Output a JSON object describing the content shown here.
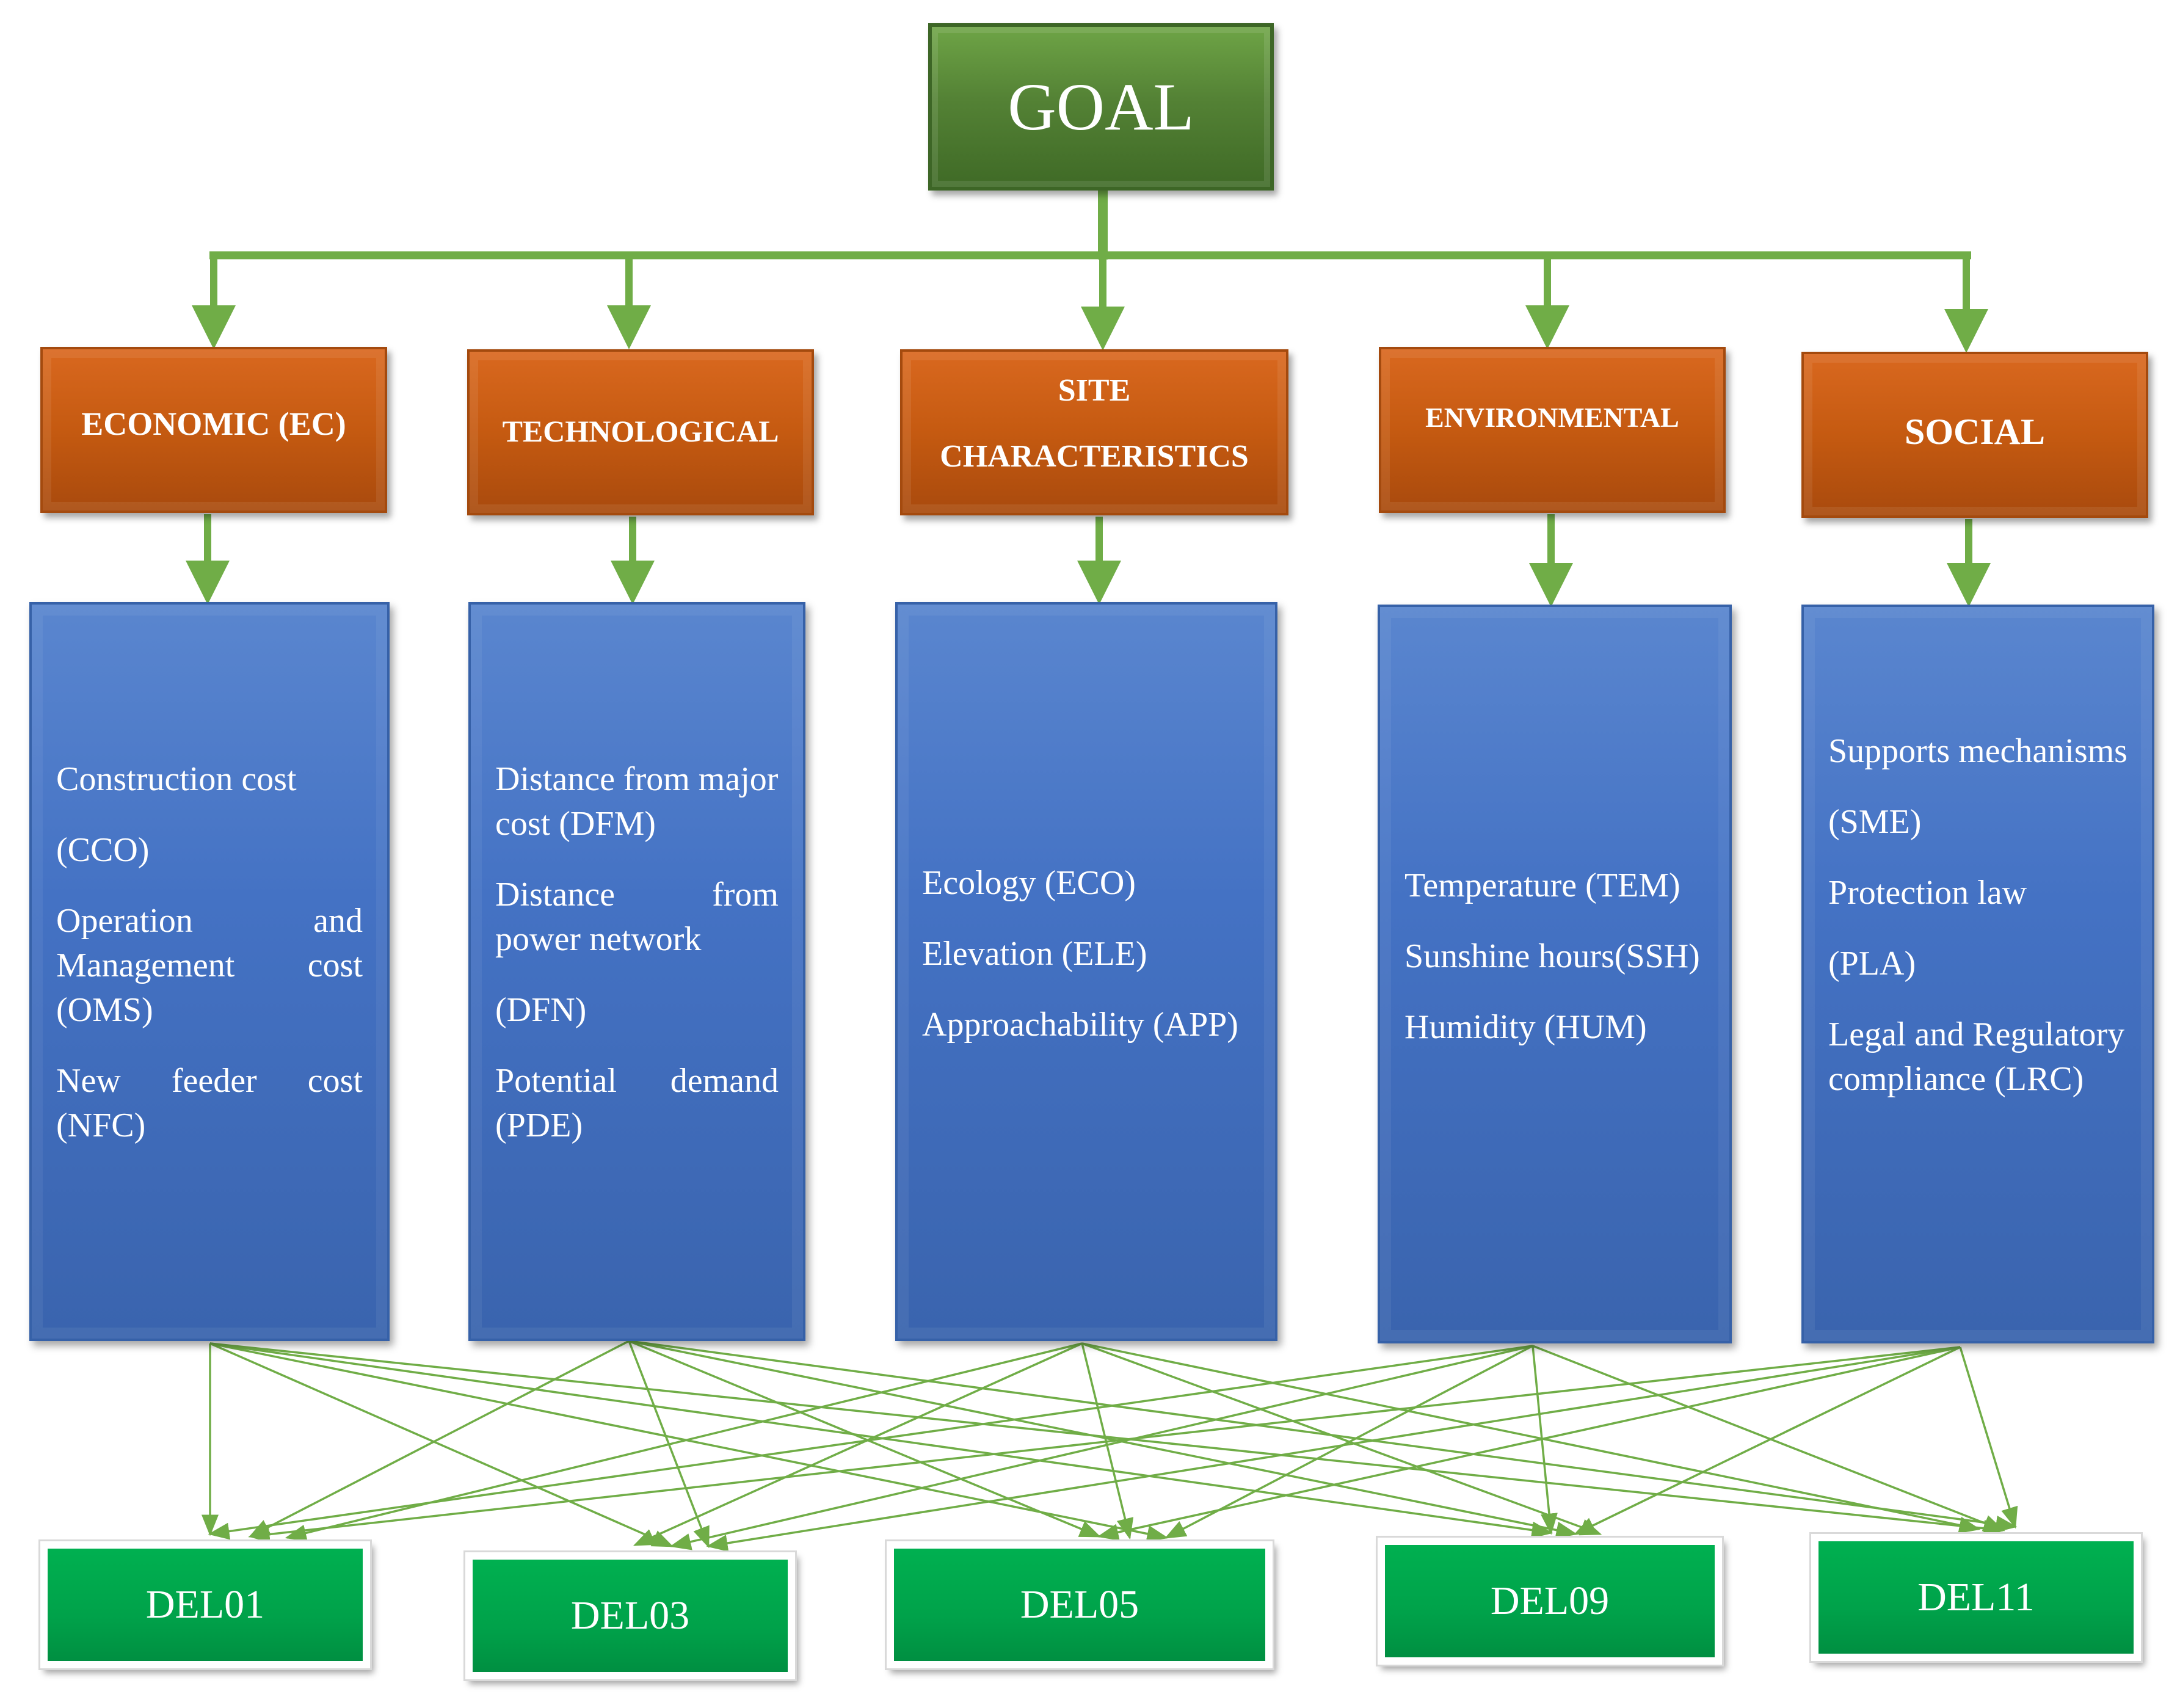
{
  "goal": {
    "label": "GOAL"
  },
  "criteria": [
    {
      "id": "economic",
      "lines": [
        "ECONOMIC (EC)"
      ]
    },
    {
      "id": "technological",
      "lines": [
        "TECHNOLOGICAL"
      ]
    },
    {
      "id": "site",
      "lines": [
        "SITE",
        "CHARACTERISTICS"
      ]
    },
    {
      "id": "environmental",
      "lines": [
        "ENVIRONMENTAL"
      ]
    },
    {
      "id": "social",
      "lines": [
        "SOCIAL"
      ]
    }
  ],
  "subcriteria": {
    "economic": [
      "Construction cost",
      "(CCO)",
      "Operation and Management cost (OMS)",
      "New feeder cost (NFC)"
    ],
    "technological": [
      "Distance from major cost (DFM)",
      "Distance from power network",
      "(DFN)",
      "Potential demand (PDE)"
    ],
    "site": [
      "Ecology (ECO)",
      "Elevation (ELE)",
      "Approachability (APP)"
    ],
    "environmental": [
      "Temperature (TEM)",
      "Sunshine hours(SSH)",
      "Humidity (HUM)"
    ],
    "social": [
      "Supports mechanisms",
      "(SME)",
      "Protection law",
      "(PLA)",
      "Legal and Regulatory compliance (LRC)"
    ]
  },
  "alternatives": [
    "DEL01",
    "DEL03",
    "DEL05",
    "DEL09",
    "DEL11"
  ],
  "colors": {
    "goal": "#548235",
    "criteria": "#c55a11",
    "subcriteria": "#4472c4",
    "alternatives": "#00b050",
    "connector": "#70ad47"
  }
}
